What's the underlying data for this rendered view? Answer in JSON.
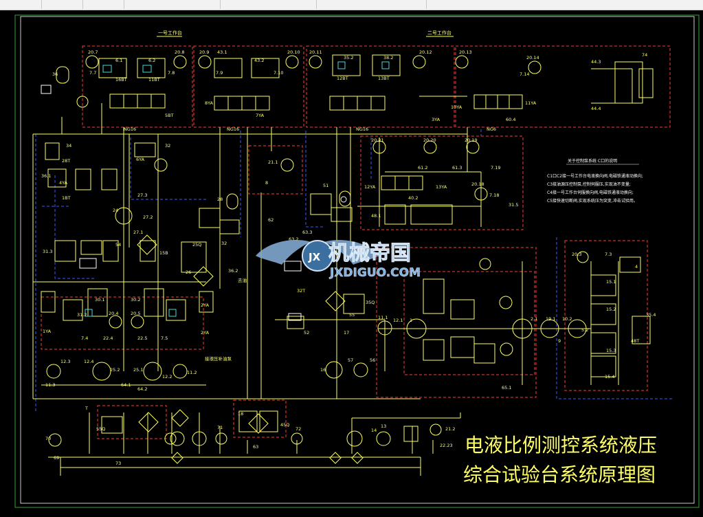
{
  "header": {
    "station1": "一号工作台",
    "station2": "二号工作台"
  },
  "valve_labels": {
    "v1": "20.7",
    "v2": "7.7",
    "v3": "6.1",
    "v4": "16BT",
    "v5": "6.2",
    "v6": "11BT",
    "v7": "7.8",
    "v8": "20.8",
    "v9": "20.9",
    "v10": "43.1",
    "v11": "7.9",
    "v12": "43.2",
    "v13": "7.10",
    "v14": "20.10",
    "v15": "20.11",
    "v16": "35.2",
    "v17": "12BT",
    "v18": "38.2",
    "v19": "13BT",
    "v20": "20.12",
    "v21": "20.13",
    "v22": "20.14",
    "v23": "7.14",
    "v24": "44.3",
    "v25": "74",
    "v26": "44.4",
    "v27": "NG16",
    "v28": "NG16",
    "v29": "NG16",
    "v30": "NG6",
    "v31": "8YA",
    "v32": "7YA",
    "v33": "10YA",
    "v34": "11YA",
    "v35": "3YA",
    "v36": "5BT",
    "v37": "60.4",
    "v38": "36",
    "v39": "34",
    "v40": "28T",
    "v41": "4YA",
    "v42": "36.1",
    "v43": "1BT",
    "v44": "32",
    "v45": "6YA",
    "v46": "27.3",
    "v47": "24",
    "v48": "27.2",
    "v49": "27.1",
    "v50": "54",
    "v51": "15B",
    "v52": "28",
    "v53": "32",
    "v54": "25Q",
    "v55": "26",
    "v56": "36.2",
    "v57": "21.1",
    "v58": "8",
    "v59": "51",
    "v60": "62",
    "v61": "63.3",
    "v62": "63.2",
    "v63": "32T",
    "v64": "55",
    "v65": "35Q",
    "v66": "52",
    "v67": "17",
    "v68": "16",
    "v69": "57",
    "v70": "56",
    "v71": "20.21",
    "v72": "20.20",
    "v73": "20.19",
    "v74": "61.2",
    "v75": "61.3",
    "v76": "40.2",
    "v77": "12YA",
    "v78": "13YA",
    "v79": "7.19",
    "v80": "20.18",
    "v81": "48.1",
    "v82": "7.18",
    "v83": "31.5",
    "v84": "31.3",
    "v85": "1YA",
    "v86": "30.1",
    "v87": "30.2",
    "v88": "31.2",
    "v89": "20.4",
    "v90": "20.5",
    "v91": "2YA",
    "v92": "7.4",
    "v93": "22.4",
    "v94": "22.5",
    "v95": "7.5",
    "v96": "12.3",
    "v97": "12.4",
    "v98": "25.2",
    "v99": "25.1",
    "v100": "12.2",
    "v101": "11.2",
    "v102": "11.3",
    "v103": "64.1",
    "v104": "64.2",
    "v105": "11.1",
    "v106": "12.1",
    "v107": "1",
    "v108": "2.1",
    "v109": "19.1",
    "v110": "10.2",
    "v111": "9",
    "v112": "5.2",
    "v113": "65.1",
    "v114": "20.3",
    "v115": "7.3",
    "v116": "4",
    "v117": "15.1",
    "v118": "15.2",
    "v119": "15.3",
    "v120": "15.4",
    "v121": "35.4",
    "v122": "48T",
    "v123": "70",
    "v124": "55Q",
    "v125": "71",
    "v126": "18",
    "v127": "45Q",
    "v128": "72",
    "v129": "69",
    "v130": "73",
    "v131": "13",
    "v132": "14",
    "v133": "21.2",
    "v134": "22.23",
    "v135": "63",
    "v136": "T",
    "v137": "接液压补油泵",
    "v138": "去油",
    "v139": "2YA"
  },
  "notes": {
    "title": "关于控制泵系统  C口的说明",
    "lines": [
      "C1口C2接一号工作台电液换向阀,电磁铁通液动换向;",
      "C3接油源压控制泵,控制伺服压,实现油不变量;",
      "C4接一号工作台伺服换向阀,电磁铁通液动换向;",
      "C5接快速切断阀,实现系统压为突变,冲击试验用。"
    ]
  },
  "watermark": {
    "brand": "机械帝国",
    "url": "JXDIGUO.COM",
    "emblem": "JX"
  },
  "title": {
    "line1": "电液比例测控系统液压",
    "line2": "综合试验台系统原理图"
  },
  "colors": {
    "background": "#000000",
    "frame": "#2a8a2a",
    "line": "#ffff66",
    "red": "#ff3a3a",
    "blue": "#3a5bff",
    "white": "#ffffff",
    "cyan": "#44dddd"
  }
}
